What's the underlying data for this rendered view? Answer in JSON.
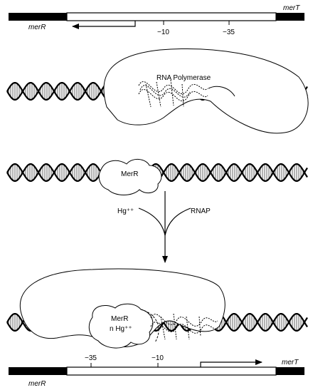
{
  "top_map": {
    "gene_left": "merR",
    "gene_right": "merT",
    "tick_minus10": "−10",
    "tick_minus35": "−35"
  },
  "panel1": {
    "polymerase_label": "RNA Polymerase"
  },
  "panel2": {
    "repressor_label": "MerR"
  },
  "merge": {
    "left_input": "Hg⁺⁺",
    "right_input": "RNAP"
  },
  "panel3": {
    "complex_line1": "MerR",
    "complex_line2": "n Hg⁺⁺"
  },
  "bottom_map": {
    "gene_left": "merR",
    "gene_right": "merT",
    "tick_minus35": "−35",
    "tick_minus10": "−10"
  },
  "colors": {
    "ink": "#000000",
    "paper": "#ffffff"
  }
}
